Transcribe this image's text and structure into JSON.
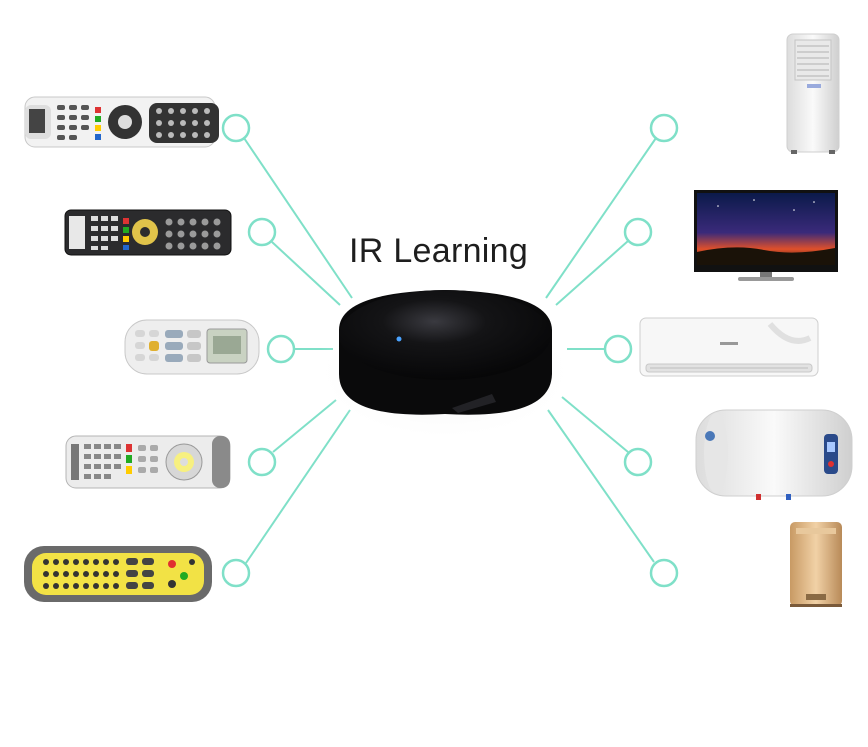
{
  "title": "IR Learning",
  "colors": {
    "connector": "#7fe0c8",
    "hub": "#0d0d0f",
    "hub_led": "#4aa3ff",
    "background": "#ffffff"
  },
  "hub": {
    "name": "ir-blaster-hub"
  },
  "remotes": [
    {
      "name": "tv-remote-white"
    },
    {
      "name": "universal-remote-black"
    },
    {
      "name": "air-conditioner-remote"
    },
    {
      "name": "settop-box-remote"
    },
    {
      "name": "yellow-remote"
    }
  ],
  "appliances": [
    {
      "name": "portable-air-conditioner"
    },
    {
      "name": "television"
    },
    {
      "name": "wall-air-conditioner"
    },
    {
      "name": "electric-water-heater"
    },
    {
      "name": "air-purifier"
    }
  ]
}
